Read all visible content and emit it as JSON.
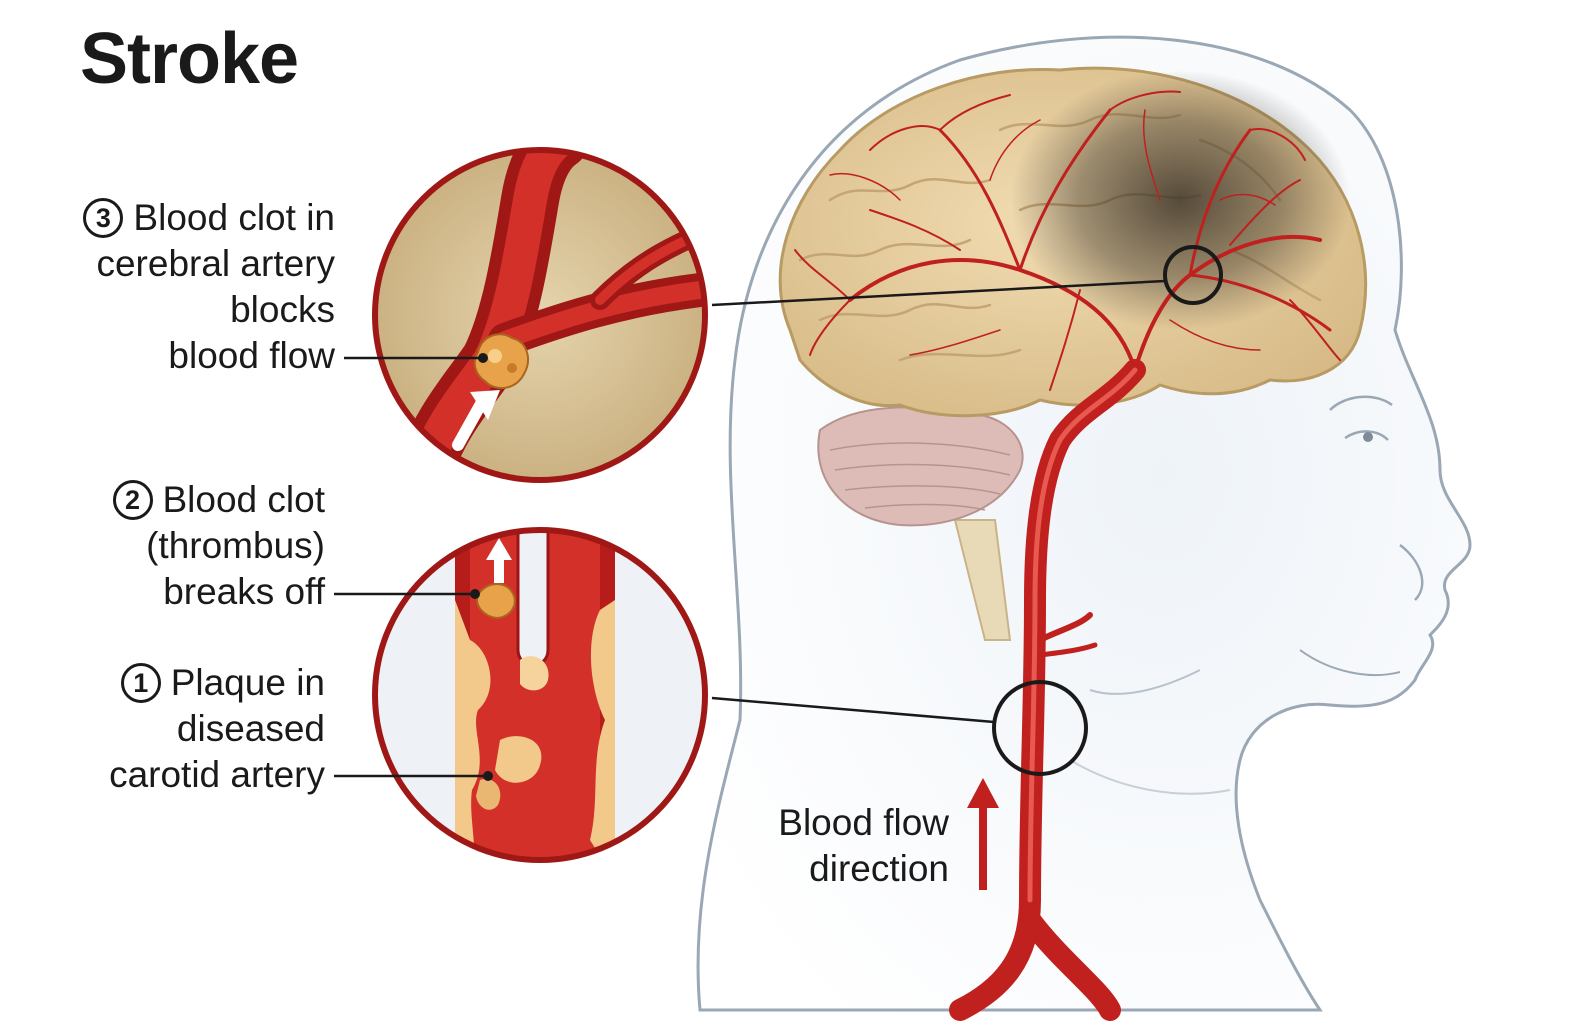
{
  "title": "Stroke",
  "callouts": {
    "clot_cerebral": {
      "number": "3",
      "lines": [
        "Blood clot in",
        "cerebral artery",
        "blocks",
        "blood flow"
      ]
    },
    "thrombus": {
      "number": "2",
      "lines": [
        "Blood clot",
        "(thrombus)",
        "breaks off"
      ]
    },
    "plaque": {
      "number": "1",
      "lines": [
        "Plaque in",
        "diseased",
        "carotid artery"
      ]
    },
    "flow_direction": {
      "lines": [
        "Blood flow",
        "direction"
      ]
    }
  },
  "colors": {
    "artery": "#c0201e",
    "artery_dark": "#8e1312",
    "brain": "#e9d2a4",
    "brain_outline": "#b89a63",
    "head_outline": "#9aa7b5",
    "plaque": "#f2c98a",
    "ischemia_shadow": "#4a4035"
  }
}
